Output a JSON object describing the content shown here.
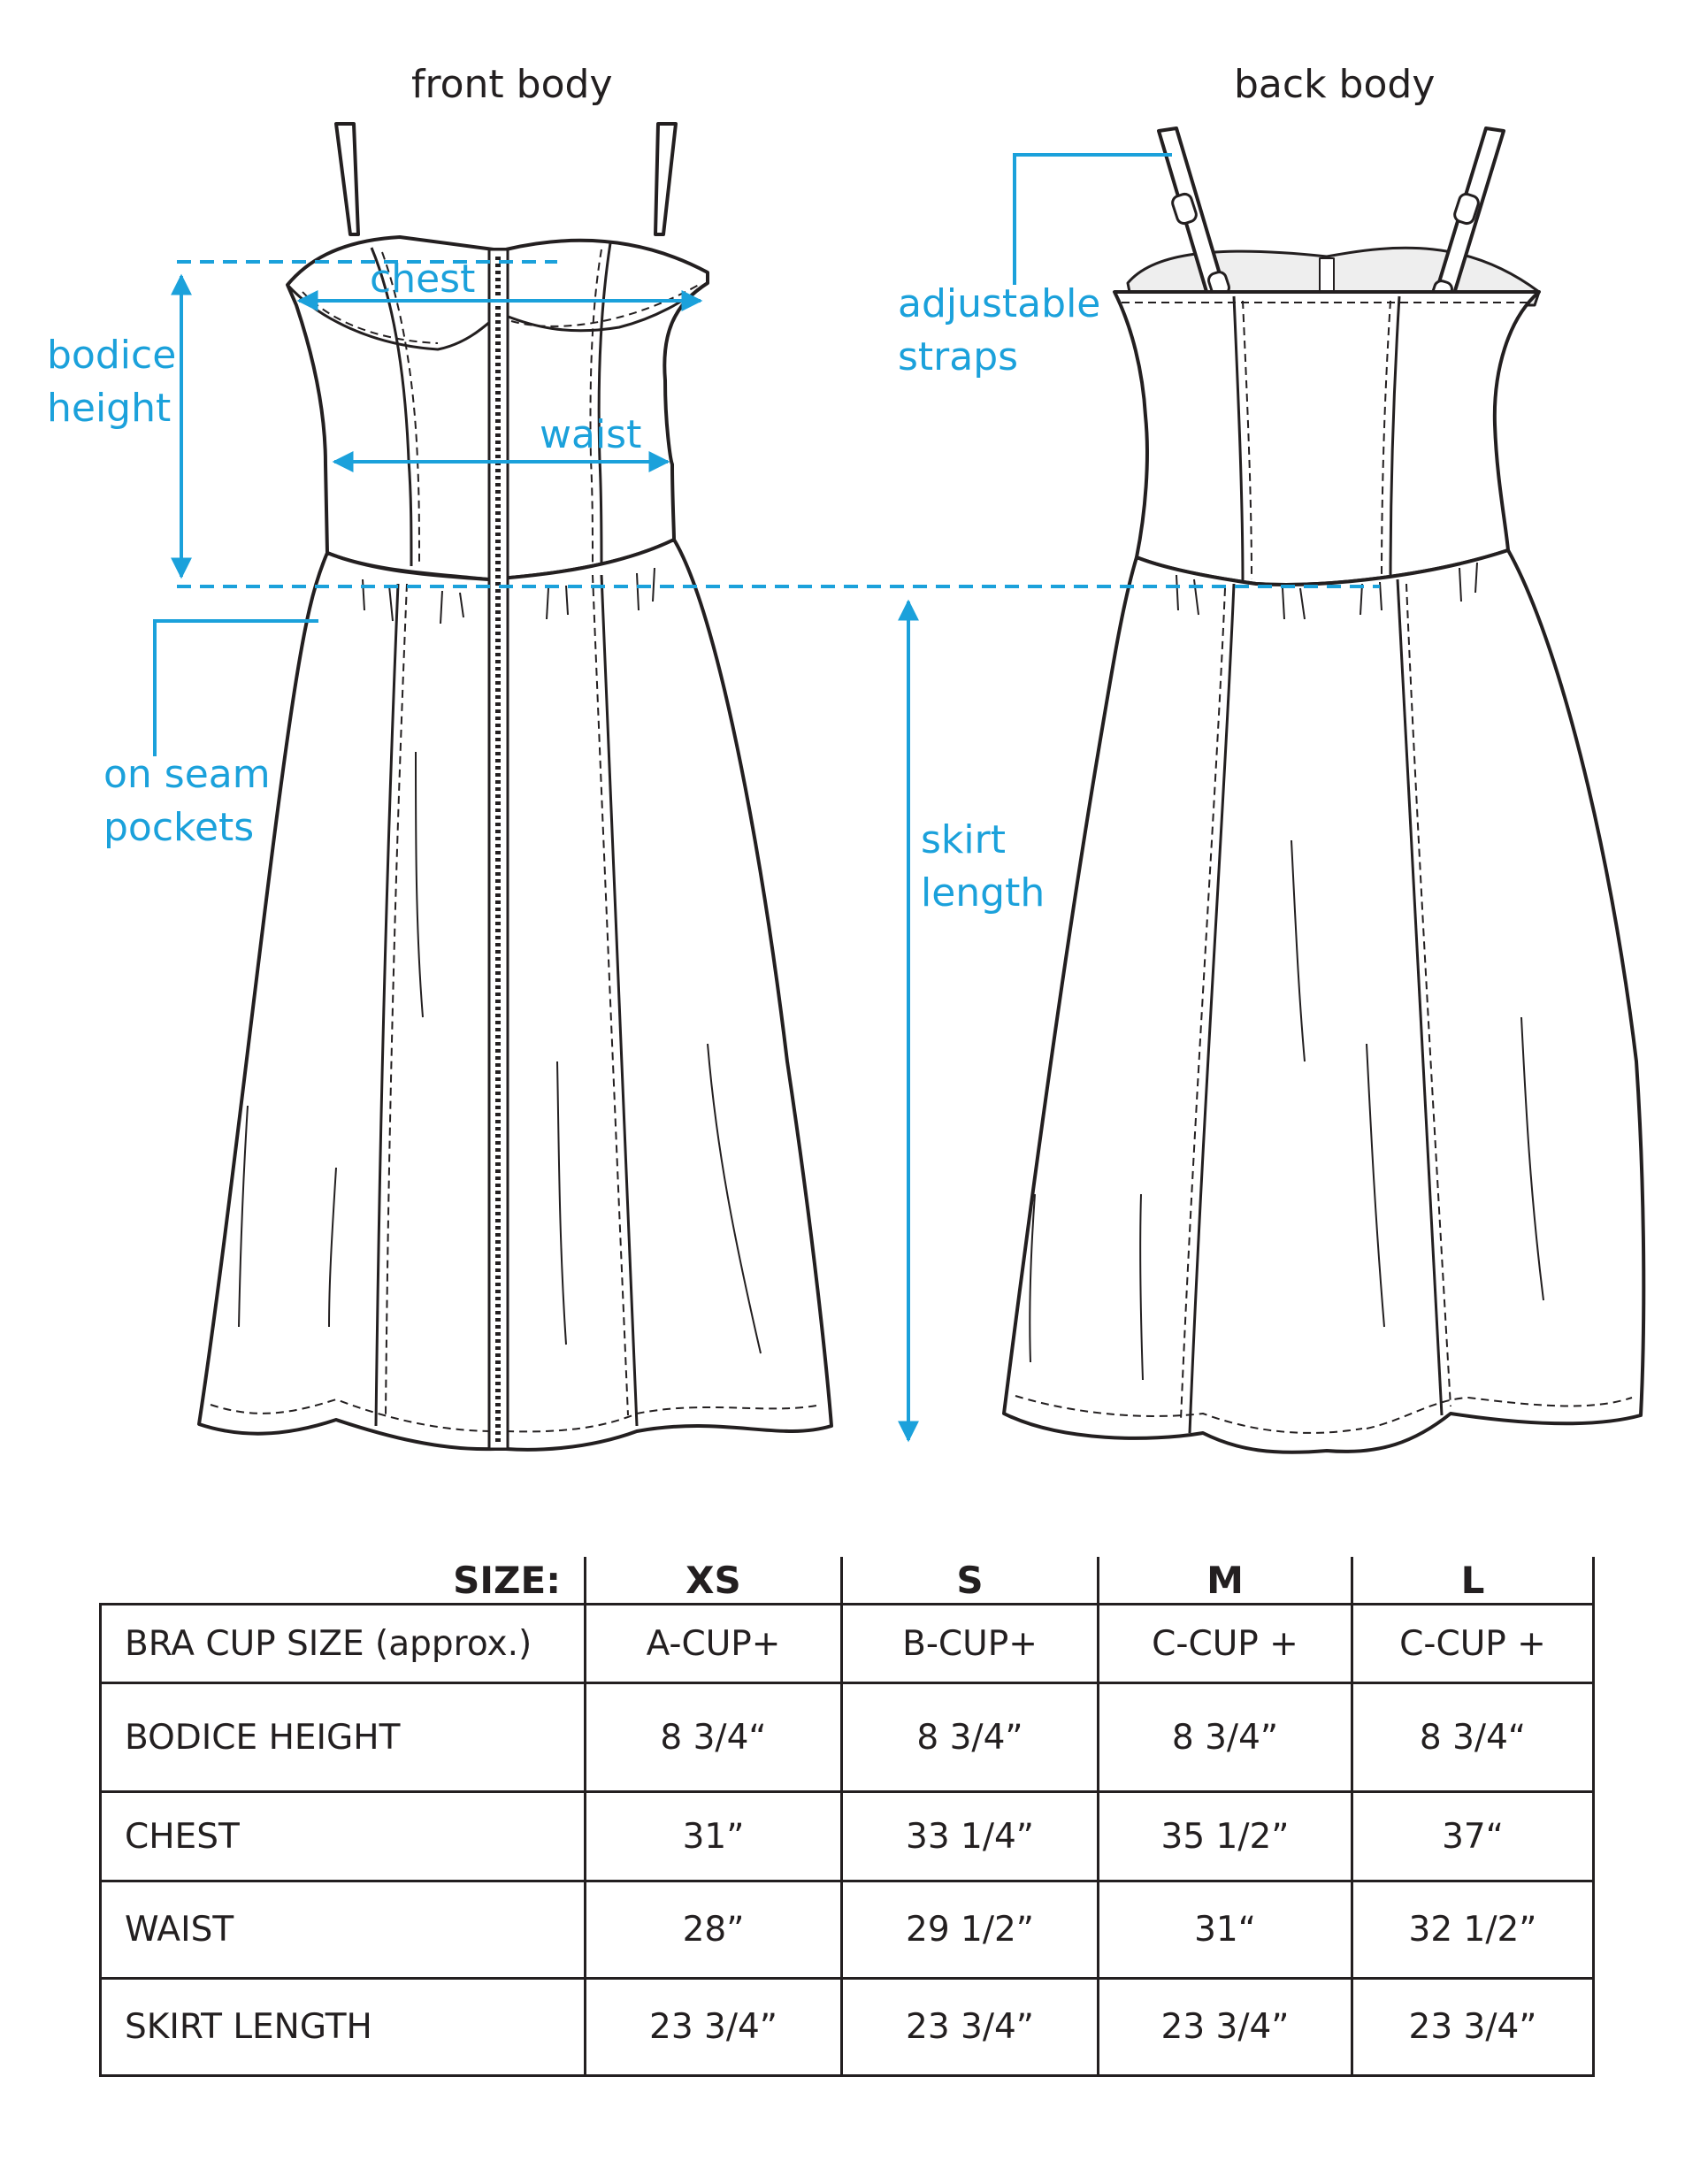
{
  "views": {
    "front_title": "front body",
    "back_title": "back body"
  },
  "callouts": {
    "bodice_height": [
      "bodice",
      "height"
    ],
    "chest": "chest",
    "waist": "waist",
    "on_seam_pockets": [
      "on seam",
      "pockets"
    ],
    "skirt_length": [
      "skirt",
      "length"
    ],
    "adjustable_straps": [
      "adjustable",
      "straps"
    ]
  },
  "size_table": {
    "size_label": "SIZE:",
    "sizes": [
      "XS",
      "S",
      "M",
      "L"
    ],
    "rows": [
      {
        "label": "BRA CUP SIZE (approx.)",
        "values": [
          "A-CUP+",
          "B-CUP+",
          "C-CUP +",
          "C-CUP +"
        ]
      },
      {
        "label": "BODICE HEIGHT",
        "values": [
          "8 3/4“",
          "8 3/4”",
          "8 3/4”",
          "8 3/4“"
        ]
      },
      {
        "label": "CHEST",
        "values": [
          "31”",
          "33 1/4”",
          "35 1/2”",
          "37“"
        ]
      },
      {
        "label": "WAIST",
        "values": [
          "28”",
          "29 1/2”",
          "31“",
          "32 1/2”"
        ]
      },
      {
        "label": "SKIRT LENGTH",
        "values": [
          "23 3/4”",
          "23 3/4”",
          "23 3/4”",
          "23 3/4”"
        ]
      }
    ]
  },
  "colors": {
    "accent": "#1ba1db",
    "line": "#231f20"
  }
}
